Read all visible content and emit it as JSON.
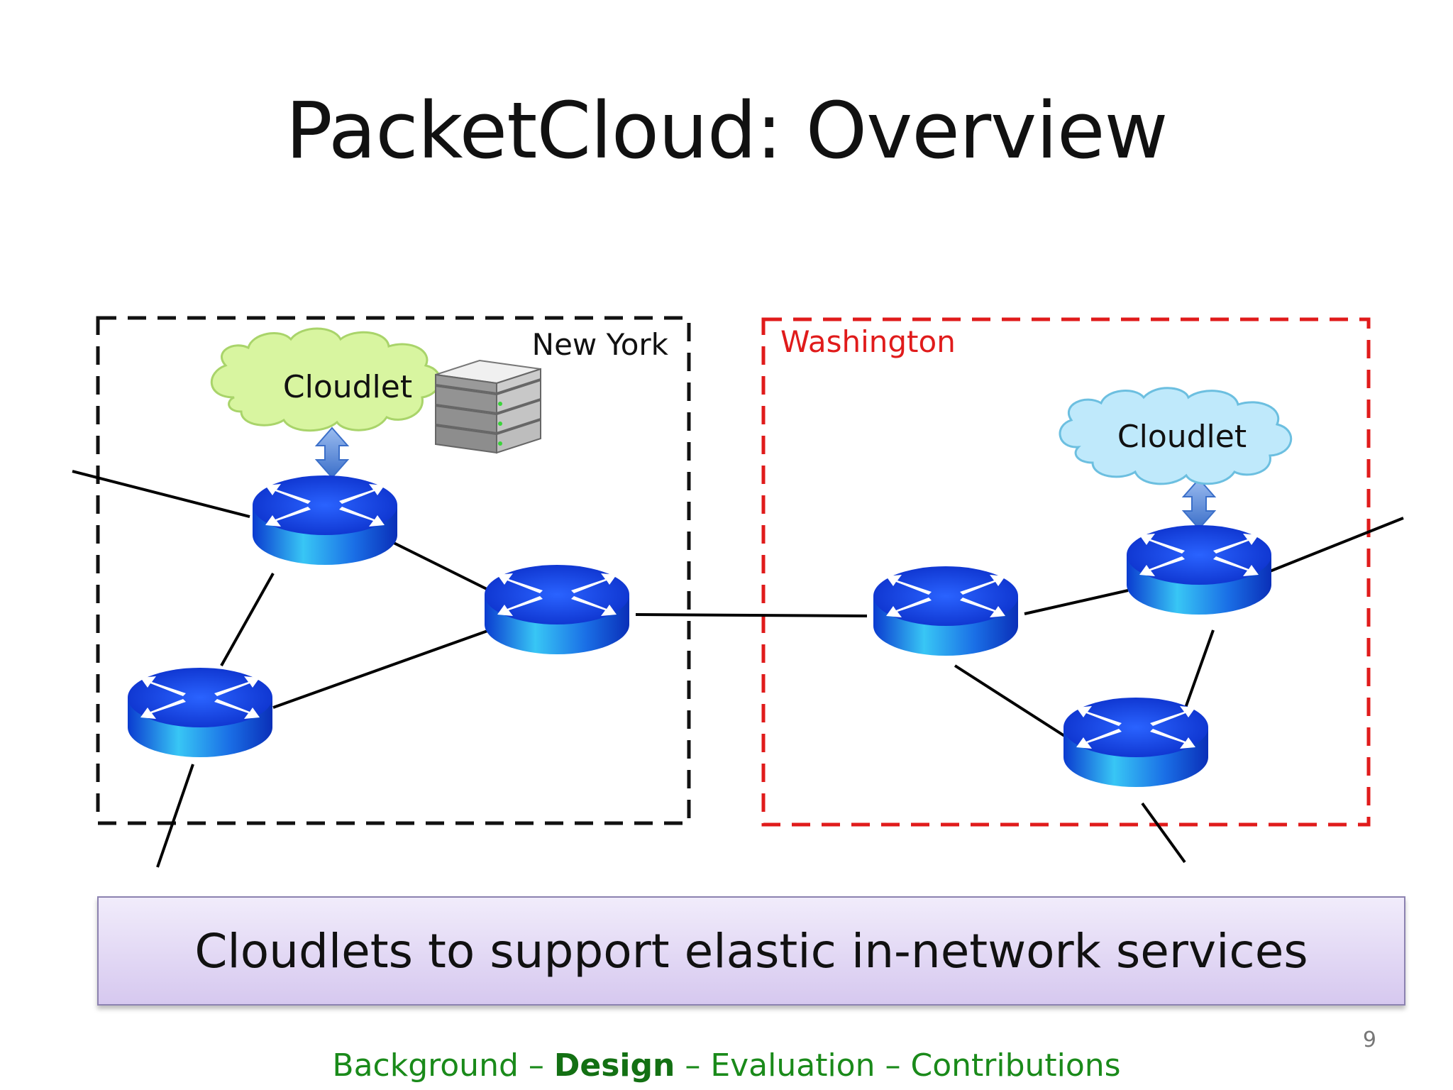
{
  "title": "PacketCloud: Overview",
  "regions": {
    "new_york": {
      "label": "New York",
      "color": "#111111"
    },
    "washington": {
      "label": "Washington",
      "color": "#e01b1b"
    }
  },
  "cloudlets": {
    "new_york": {
      "label": "Cloudlet",
      "fill": "#d8f5a0"
    },
    "washington": {
      "label": "Cloudlet",
      "fill": "#bfe9fb"
    }
  },
  "banner": {
    "text": "Cloudlets to support elastic in-network services"
  },
  "slide_number": "9",
  "footer": {
    "item1": "Background",
    "item2": "Design",
    "item3": "Evaluation",
    "item4": "Contributions",
    "separator": " – "
  },
  "colors": {
    "router": "#1a4fd8",
    "router_side": "#2aa8f0",
    "link": "#000000"
  }
}
